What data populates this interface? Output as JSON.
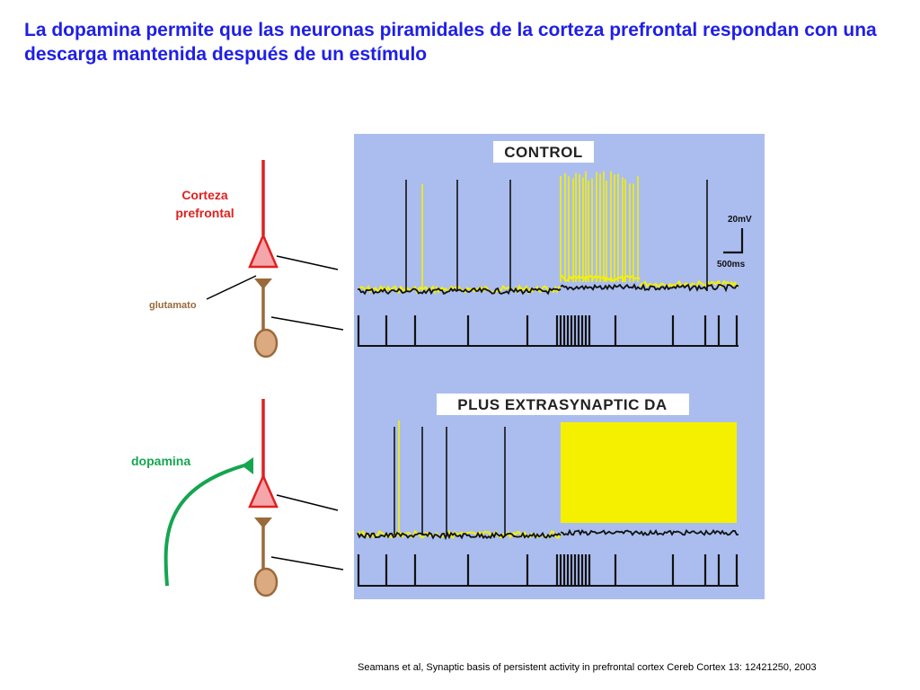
{
  "title": "La dopamina permite que las neuronas piramidales de la corteza prefrontal respondan con una descarga mantenida después de un estímulo",
  "labels": {
    "cortex": "Corteza prefrontal",
    "glutamate": "glutamato",
    "dopamine": "dopamina"
  },
  "panels": {
    "control_label": "CONTROL",
    "da_label": "PLUS EXTRASYNAPTIC DA"
  },
  "scale_bar": {
    "voltage": "20mV",
    "time": "500ms"
  },
  "citation": "Seamans et al, Synaptic basis of persistent activity in prefrontal cortex Cereb Cortex 13: 12421250, 2003",
  "colors": {
    "title": "#1f1fe6",
    "cortex_neuron": "#e02020",
    "glutamate_neuron": "#9a6a3a",
    "dopamine": "#15a550",
    "recording_bg": "#aabdee",
    "control_trace": "#111111",
    "dopamine_trace": "#f5f000"
  }
}
